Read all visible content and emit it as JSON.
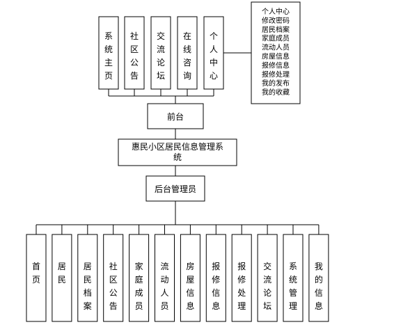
{
  "diagram": {
    "front_modules": [
      "系统主页",
      "社区公告",
      "交流论坛",
      "在线咨询",
      "个人中心"
    ],
    "personal_center_items": [
      "个人中心",
      "修改密码",
      "居民档案",
      "家庭成员",
      "流动人员",
      "房屋信息",
      "报修信息",
      "报修处理",
      "我的发布",
      "我的收藏"
    ],
    "front_desk": "前台",
    "system_title": "惠民小区居民信息管理系统",
    "backend_admin": "后台管理员",
    "backend_modules": [
      "首页",
      "居民",
      "居民档案",
      "社区公告",
      "家庭成员",
      "流动人员",
      "房屋信息",
      "报修信息",
      "报修处理",
      "交流论坛",
      "系统管理",
      "我的信息"
    ]
  }
}
